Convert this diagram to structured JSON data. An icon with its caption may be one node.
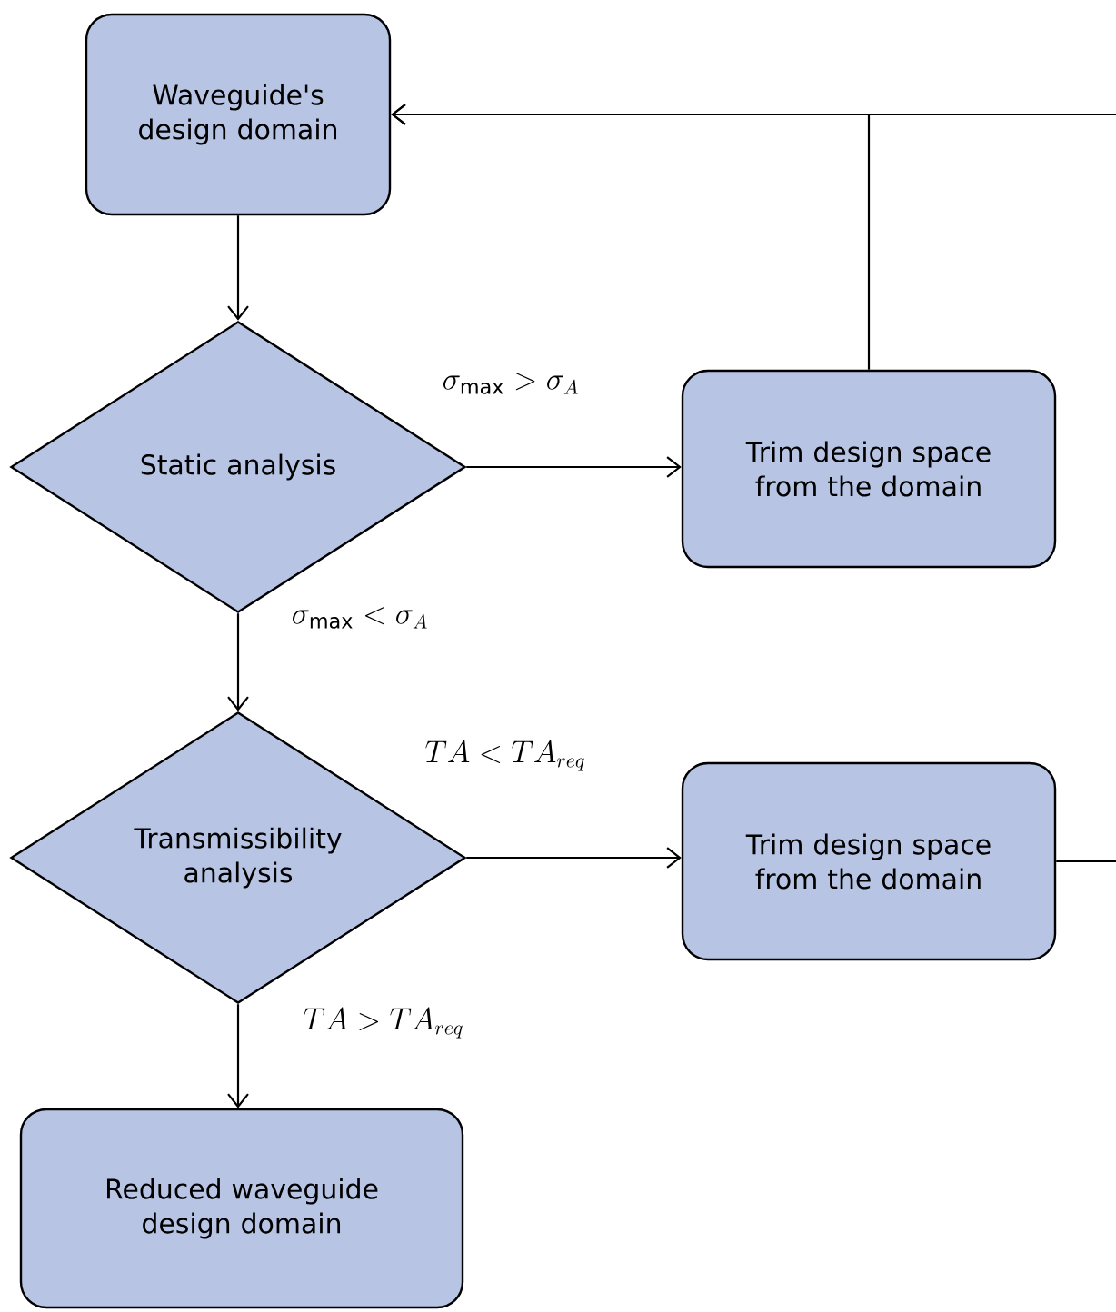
{
  "diagram": {
    "nodes": [
      {
        "text": [
          "Waveguide's design domain"
        ]
      },
      {
        "text": [
          "Static analysis"
        ]
      },
      {
        "text": [
          "Trim design space from the domain"
        ]
      },
      {
        "text": [
          "Transmissibility analysis"
        ]
      },
      {
        "text": [
          "Trim design space from the domain"
        ]
      },
      {
        "text": [
          "Reduced waveguide design domain"
        ]
      }
    ],
    "edges": [
      {
        "from": 0,
        "to": 1,
        "arrow": "to"
      },
      {
        "from": 1,
        "to": 2,
        "arrow": "to",
        "label": "\\sigma_{\\max} > \\sigma_A"
      },
      {
        "from": 1,
        "to": 3,
        "arrow": "to",
        "label": "\\sigma_{\\max} < \\sigma_A"
      },
      {
        "from": 3,
        "to": 4,
        "arrow": "to",
        "label": "TA < TA_{req}"
      },
      {
        "from": 3,
        "to": 5,
        "arrow": "to",
        "label": "TA > TA_{req}"
      },
      {
        "from": 2,
        "to": 0,
        "arrow": "to"
      },
      {
        "from": 4,
        "to": 0,
        "arrow": "to"
      }
    ]
  }
}
